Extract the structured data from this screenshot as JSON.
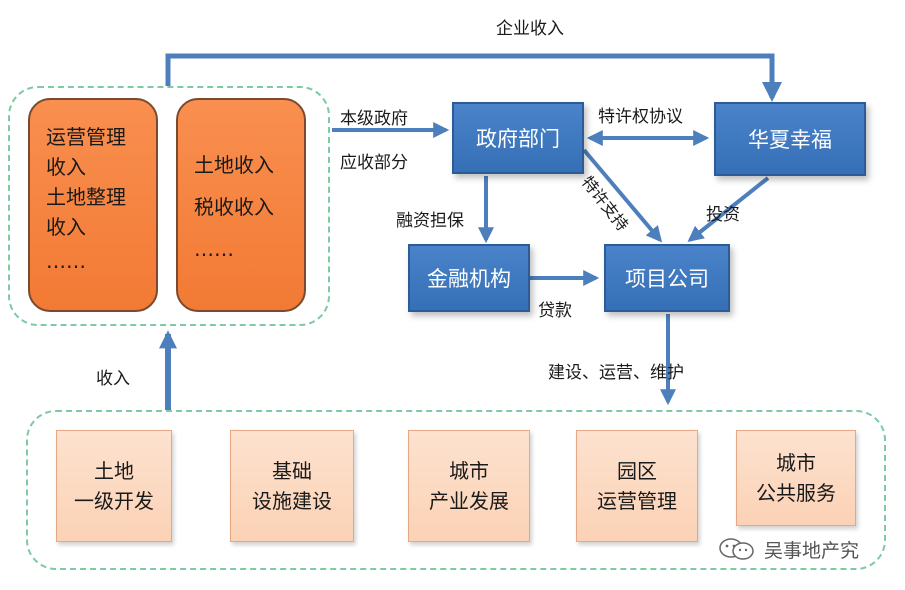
{
  "income_group": {
    "box1_lines": [
      "运营管理",
      "收入",
      "土地整理",
      "收入",
      "……"
    ],
    "box2_lines": [
      "土地收入",
      "税收收入",
      "……"
    ]
  },
  "nodes": {
    "government": "政府部门",
    "huaxia": "华夏幸福",
    "finance": "金融机构",
    "project": "项目公司"
  },
  "edge_labels": {
    "enterprise_income": "企业收入",
    "local_gov_line1": "本级政府",
    "local_gov_line2": "应收部分",
    "franchise_agreement": "特许权协议",
    "financing_guarantee": "融资担保",
    "franchise_support": "特许支持",
    "investment": "投资",
    "loan": "贷款",
    "construction": "建设、运营、维护",
    "income": "收入"
  },
  "services": [
    {
      "line1": "土地",
      "line2": "一级开发"
    },
    {
      "line1": "基础",
      "line2": "设施建设"
    },
    {
      "line1": "城市",
      "line2": "产业发展"
    },
    {
      "line1": "园区",
      "line2": "运营管理"
    },
    {
      "line1": "城市",
      "line2": "公共服务"
    }
  ],
  "watermark": "吴事地产究",
  "colors": {
    "arrow": "#4e7fbd",
    "blue_box": "#3b74b9",
    "orange_box": "#f58540",
    "peach_box": "#fcd9c0",
    "dashed": "#7fc9a3"
  }
}
